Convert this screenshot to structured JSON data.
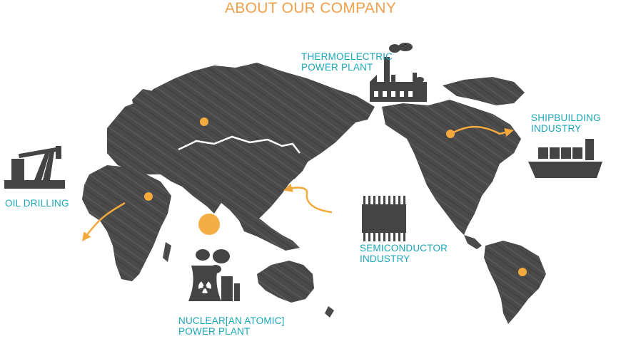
{
  "page": {
    "title": "ABOUT OUR COMPANY"
  },
  "colors": {
    "title": "#f0a04b",
    "label": "#1aa7b8",
    "land": "#4a4a4a",
    "accent": "#f4a93c"
  },
  "industries": [
    {
      "id": "thermoelectric",
      "icon": "factory-icon",
      "lines": [
        "THERMOELECTRIC",
        "POWER PLANT"
      ]
    },
    {
      "id": "shipbuilding",
      "icon": "cargo-ship-icon",
      "lines": [
        "SHIPBUILDING",
        "INDUSTRY"
      ]
    },
    {
      "id": "oil",
      "icon": "oil-pump-icon",
      "lines": [
        "OIL DRILLING"
      ]
    },
    {
      "id": "semiconductor",
      "icon": "microchip-icon",
      "lines": [
        "SEMICONDUCTOR",
        "INDUSTRY"
      ]
    },
    {
      "id": "nuclear",
      "icon": "nuclear-plant-icon",
      "lines": [
        "NUCLEAR[AN ATOMIC]",
        "POWER PLANT"
      ]
    }
  ]
}
